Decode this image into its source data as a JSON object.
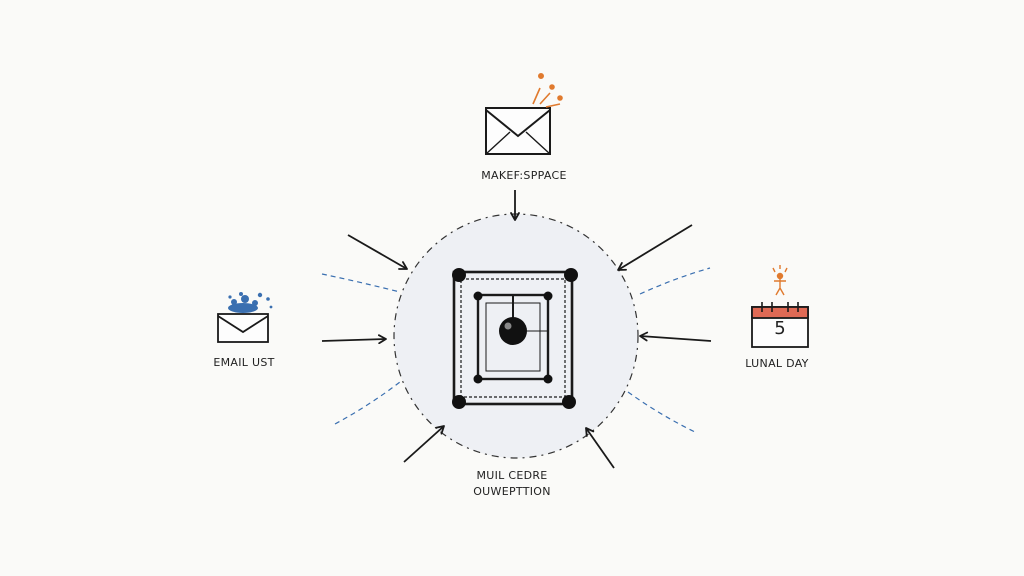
{
  "diagram": {
    "nodes": {
      "top": {
        "label": "MAKEF:SPPACE",
        "icon": "envelope-icon"
      },
      "left": {
        "label": "EMAIL UST",
        "icon": "envelope-icon"
      },
      "right": {
        "label": "LUNAL DAY",
        "icon": "calendar-icon",
        "calendar_number": "5"
      },
      "bottom": {
        "label_line1": "MUIL CEDRE",
        "label_line2": "OUWEPTTION"
      },
      "center": {
        "icon": "frame-node-icon"
      }
    },
    "colors": {
      "ink": "#1a1a1a",
      "accent_orange": "#e07a2e",
      "accent_blue": "#3a6fb0",
      "calendar_red": "#e06a55",
      "dashed_blue": "#3a6fb0",
      "hub_fill": "#eef0f4"
    }
  }
}
